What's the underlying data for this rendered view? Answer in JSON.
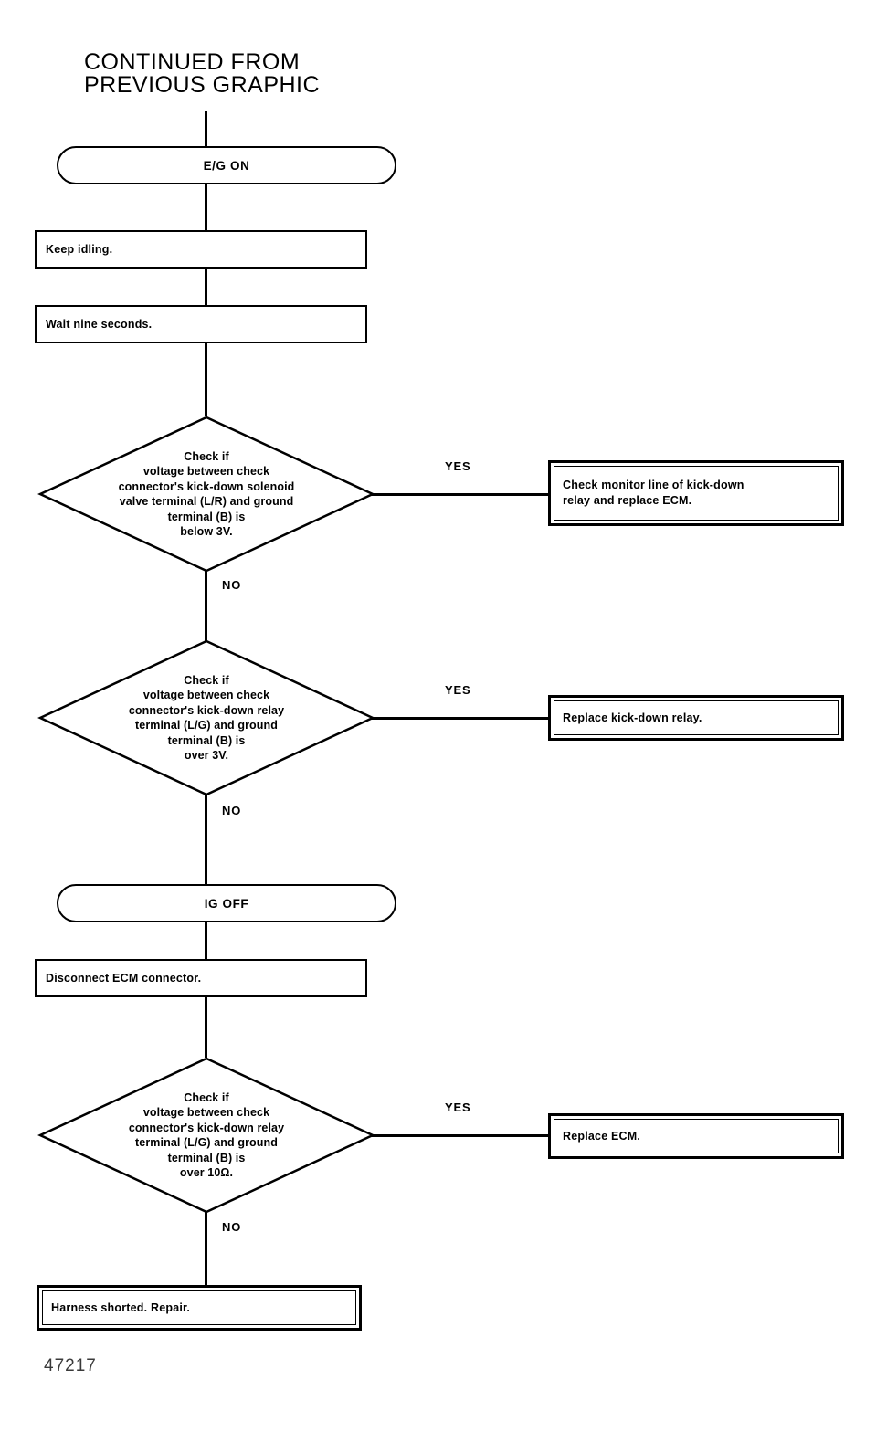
{
  "figure": {
    "title": "CONTINUED FROM\nPREVIOUS GRAPHIC",
    "number": "47217"
  },
  "flow": {
    "nodes": [
      {
        "id": "start",
        "type": "terminal",
        "label": "E/G ON"
      },
      {
        "id": "keep-idling",
        "type": "process",
        "label": "Keep idling."
      },
      {
        "id": "wait-nine",
        "type": "process",
        "label": "Wait nine seconds."
      },
      {
        "id": "decision-1",
        "type": "decision",
        "label": "Check if\nvoltage between check\nconnector's kick-down solenoid\nvalve terminal (L/R) and ground\nterminal (B) is\nbelow 3V."
      },
      {
        "id": "result-1",
        "type": "result",
        "label": "Check monitor line of kick-down\nrelay and replace ECM."
      },
      {
        "id": "decision-2",
        "type": "decision",
        "label": "Check if\nvoltage between check\nconnector's kick-down relay\nterminal (L/G) and ground\nterminal (B) is\nover 3V."
      },
      {
        "id": "result-2",
        "type": "result",
        "label": "Replace kick-down relay."
      },
      {
        "id": "ig-off",
        "type": "terminal",
        "label": "IG OFF"
      },
      {
        "id": "disconnect",
        "type": "process",
        "label": "Disconnect ECM connector."
      },
      {
        "id": "decision-3",
        "type": "decision",
        "label": "Check if\nvoltage between check\nconnector's kick-down relay\nterminal (L/G) and ground\nterminal (B) is\nover 10Ω."
      },
      {
        "id": "result-3",
        "type": "result",
        "label": "Replace ECM."
      },
      {
        "id": "harness",
        "type": "result",
        "label": "Harness shorted.  Repair."
      }
    ],
    "branch_labels": {
      "yes_1": "YES",
      "no_1": "NO",
      "yes_2": "YES",
      "no_2": "NO",
      "yes_3": "YES",
      "no_3": "NO"
    }
  },
  "colors": {
    "ink": "#000000",
    "paper": "#ffffff",
    "fignum": "#3a3a3a"
  }
}
